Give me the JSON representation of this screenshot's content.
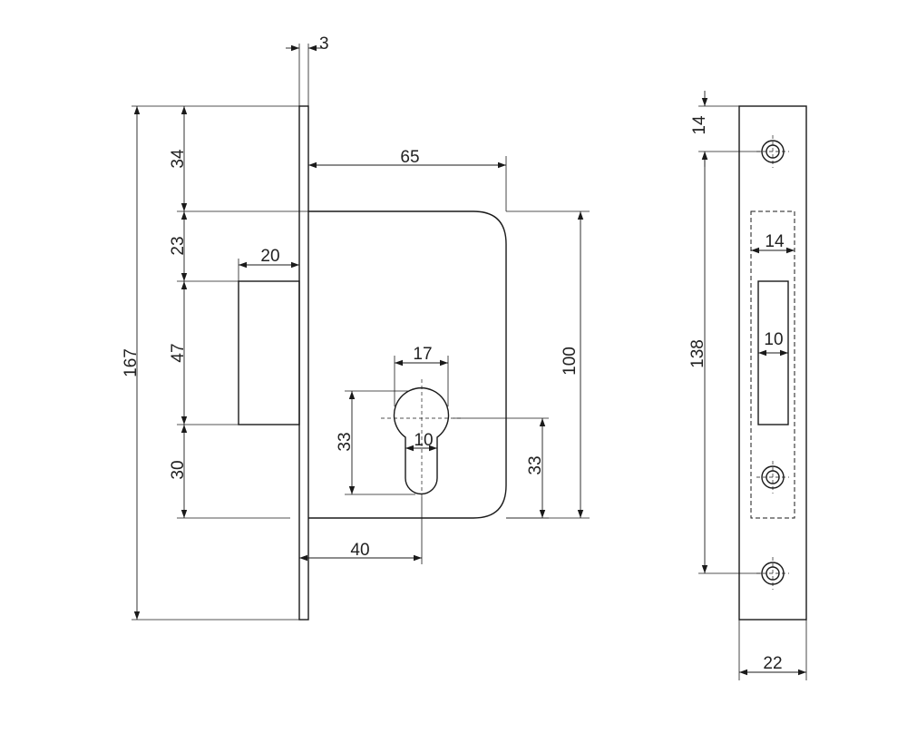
{
  "dimensions": {
    "faceplate_thickness": "3",
    "total_height": "167",
    "top_to_case": "34",
    "case_to_bolt": "23",
    "bolt_height": "47",
    "bolt_to_bottom": "30",
    "bolt_throw": "20",
    "case_depth": "65",
    "case_height": "100",
    "cylinder_width": "17",
    "cylinder_height": "33",
    "cylinder_slot": "10",
    "cylinder_center_from_bottom": "33",
    "backset": "40",
    "strike_screw_offset": "14",
    "strike_screw_spacing": "138",
    "strike_opening_width": "14",
    "strike_hole_width": "10",
    "strike_width": "22"
  }
}
